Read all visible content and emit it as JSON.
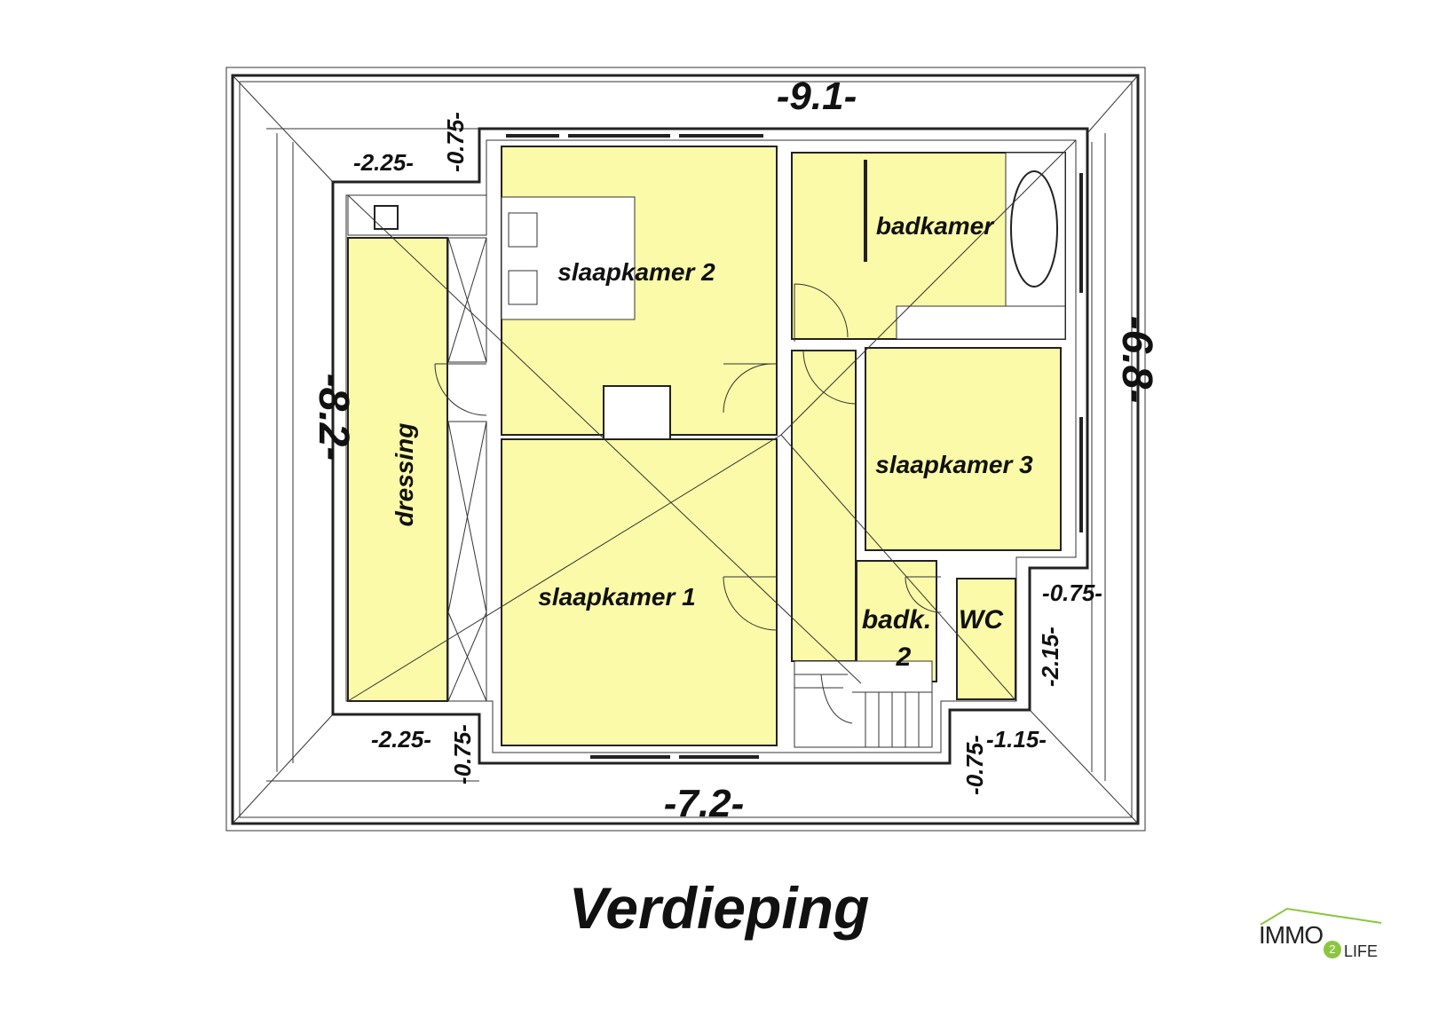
{
  "title": "Verdieping",
  "rooms": {
    "dressing": "dressing",
    "slaapkamer1": "slaapkamer 1",
    "slaapkamer2": "slaapkamer 2",
    "slaapkamer3": "slaapkamer 3",
    "badkamer": "badkamer",
    "badk2_line1": "badk.",
    "badk2_line2": "2",
    "wc": "WC"
  },
  "dimensions": {
    "top": "-9.1-",
    "bottom": "-7.2-",
    "left": "-8.2-",
    "right": "-6.8-",
    "top_left_width": "-2.25-",
    "top_left_depth": "-0.75-",
    "bottom_left_width": "-2.25-",
    "bottom_left_depth": "-0.75-",
    "bottom_right_depth": "-0.75-",
    "bottom_right_width": "-1.15-",
    "right_notch_depth": "-0.75-",
    "right_notch_height": "-2.15-"
  },
  "logo": {
    "text": "IMMO",
    "two": "2",
    "life": "LIFE",
    "accent": "#8cc63f"
  },
  "colors": {
    "room_fill": "#fafaa8",
    "line": "#222222"
  }
}
